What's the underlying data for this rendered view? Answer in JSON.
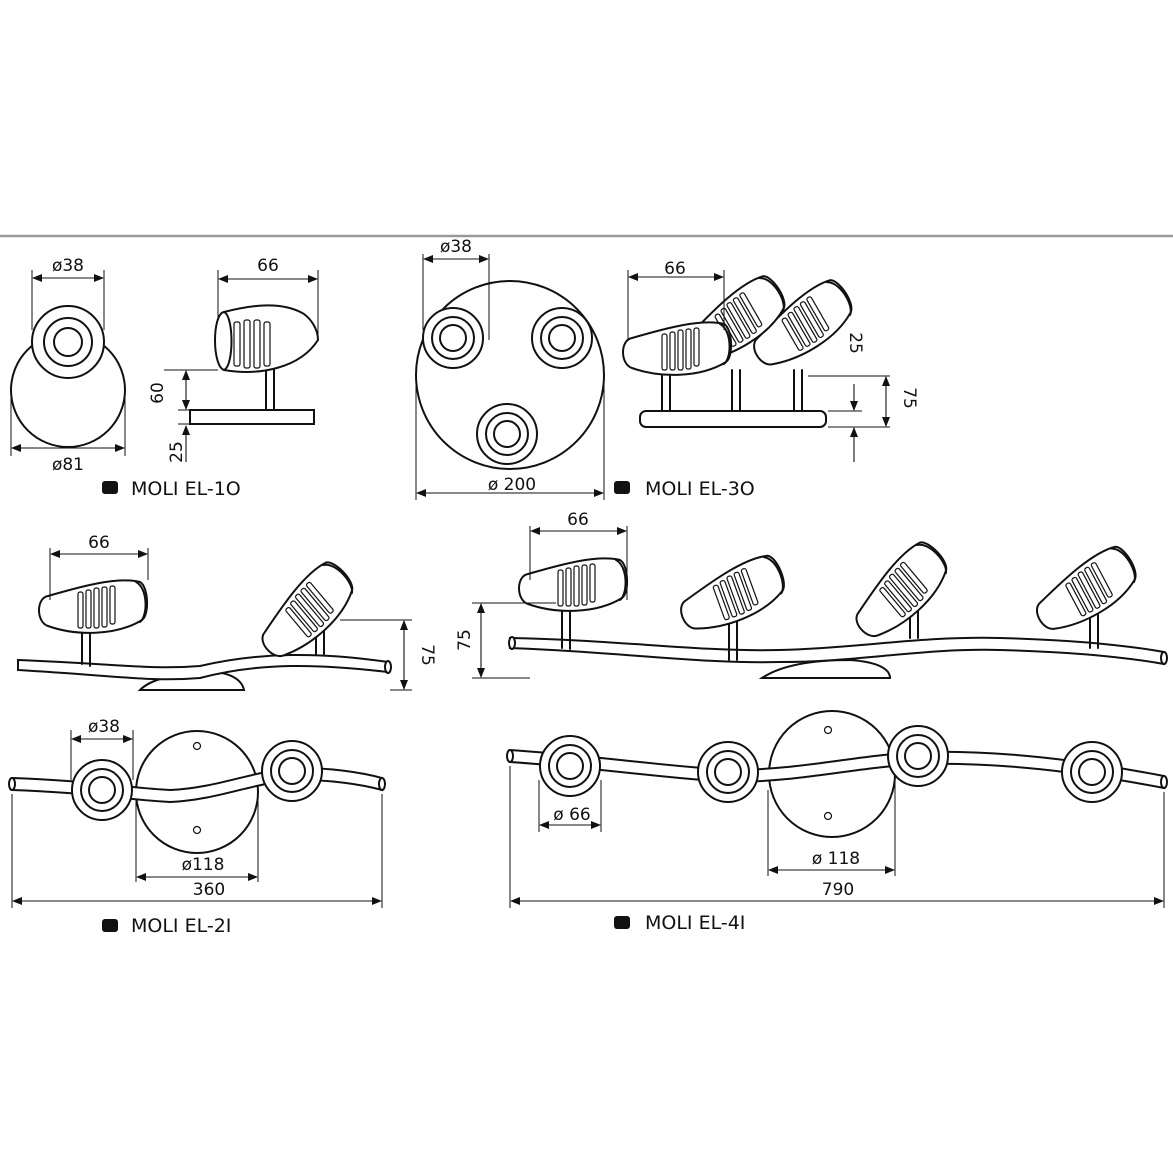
{
  "models": {
    "el1o": {
      "name": "MOLI EL-1O",
      "top_diameter": "ø38",
      "side_width": "66",
      "base_diameter": "ø81",
      "height_total": "60",
      "height_base": "25"
    },
    "el3o": {
      "name": "MOLI EL-3O",
      "top_diameter": "ø38",
      "base_diameter": "ø 200",
      "side_width": "66",
      "height_total": "75",
      "height_small": "25"
    },
    "el2i": {
      "name": "MOLI EL-2I",
      "side_width": "66",
      "height": "75",
      "top_diameter": "ø38",
      "plate_diameter": "ø118",
      "length": "360"
    },
    "el4i": {
      "name": "MOLI EL-4I",
      "side_width": "66",
      "height": "75",
      "spot_diameter": "ø 66",
      "plate_diameter": "ø 118",
      "length": "790"
    }
  }
}
